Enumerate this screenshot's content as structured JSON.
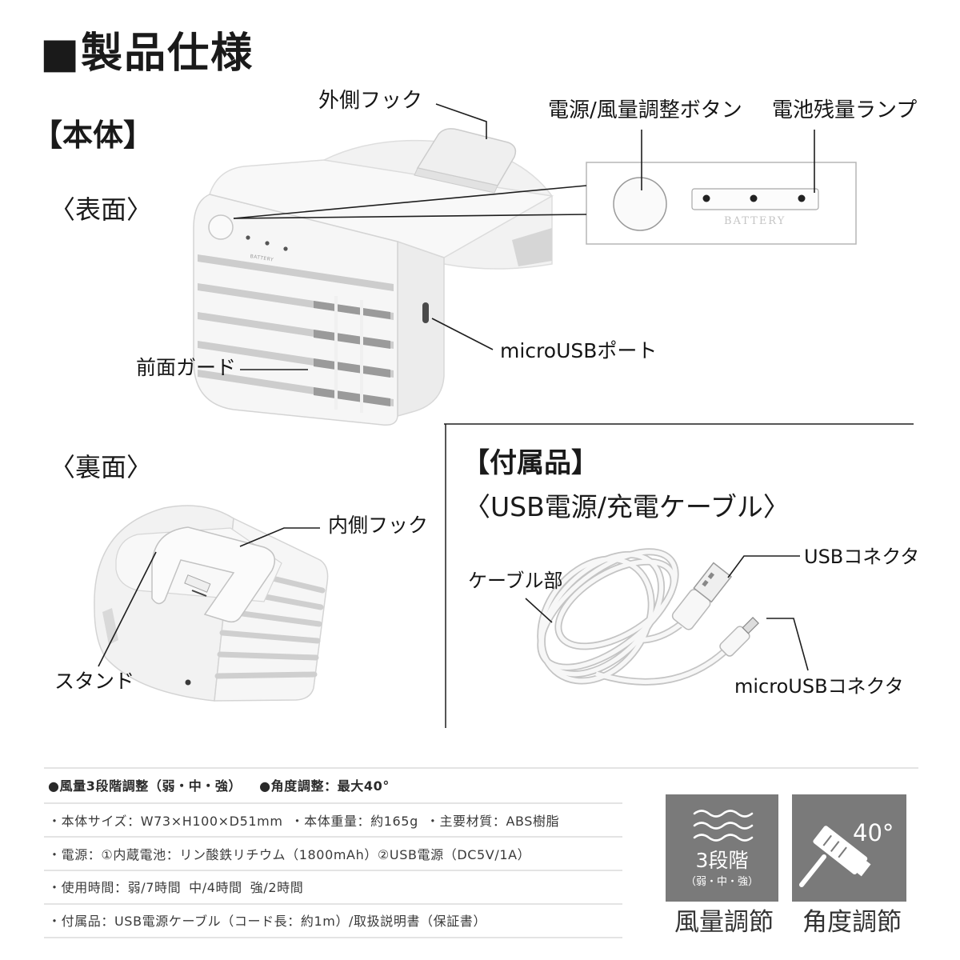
{
  "title": "■製品仕様",
  "main_unit": {
    "heading": "【本体】",
    "front": {
      "heading": "〈表面〉",
      "outer_hook_label": "外側フック",
      "power_button_label": "電源/風量調整ボタン",
      "battery_lamp_label": "電池残量ランプ",
      "micro_usb_port_label": "microUSBポート",
      "front_guard_label": "前面ガード",
      "battery_text": "BATTERY"
    },
    "back": {
      "heading": "〈裏面〉",
      "inner_hook_label": "内側フック",
      "stand_label": "スタンド"
    }
  },
  "accessories": {
    "heading": "【付属品】",
    "item_title": "〈USB電源/充電ケーブル〉",
    "usb_connector_label": "USBコネクタ",
    "cable_label": "ケーブル部",
    "micro_usb_connector_label": "microUSBコネクタ"
  },
  "specs": [
    [
      "●風量3段階調整（弱・中・強）",
      "●角度調整：最大40°"
    ],
    [
      "・本体サイズ：W73×H100×D51mm",
      "・本体重量：約165g",
      "・主要材質：ABS樹脂"
    ],
    [
      "・電源：①内蔵電池：リン酸鉄リチウム（1800mAh）②USB電源（DC5V/1A）"
    ],
    [
      "・使用時間：弱/7時間",
      "中/4時間",
      "強/2時間"
    ],
    [
      "・付属品：USB電源ケーブル（コード長：約1m）/取扱説明書（保証書）"
    ]
  ],
  "badges": {
    "airflow": {
      "icon": "wind-icon",
      "value": "3段階",
      "detail": "（弱・中・強）",
      "caption": "風量調節"
    },
    "angle": {
      "icon": "angle-fan-icon",
      "value": "40°",
      "caption": "角度調節"
    }
  },
  "colors": {
    "badge_background": "#7a7a7a",
    "text": "#1e1e1e",
    "rule": "#c9c9c9",
    "product_body": "#f4f4f4"
  }
}
